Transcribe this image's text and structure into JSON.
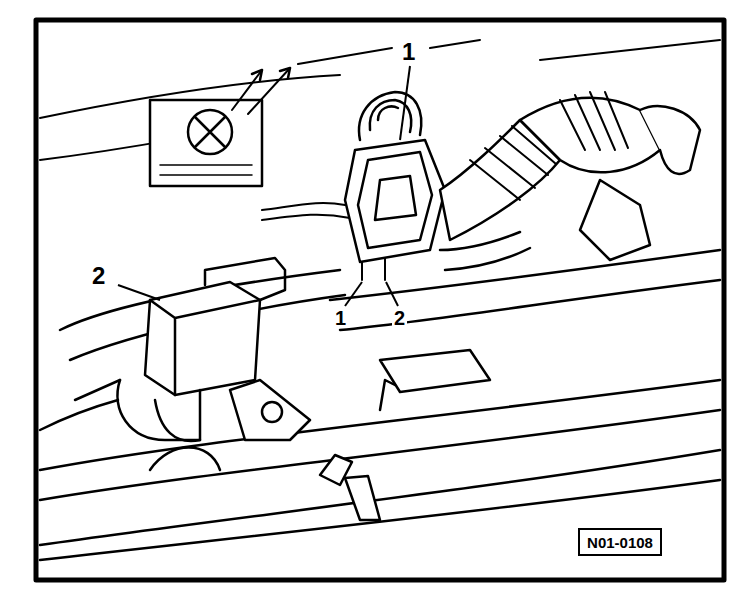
{
  "diagram": {
    "nodes": [
      {
        "text": [
          "N01-0108"
        ]
      }
    ],
    "labels": [
      "1",
      "1",
      "2",
      "2"
    ]
  }
}
